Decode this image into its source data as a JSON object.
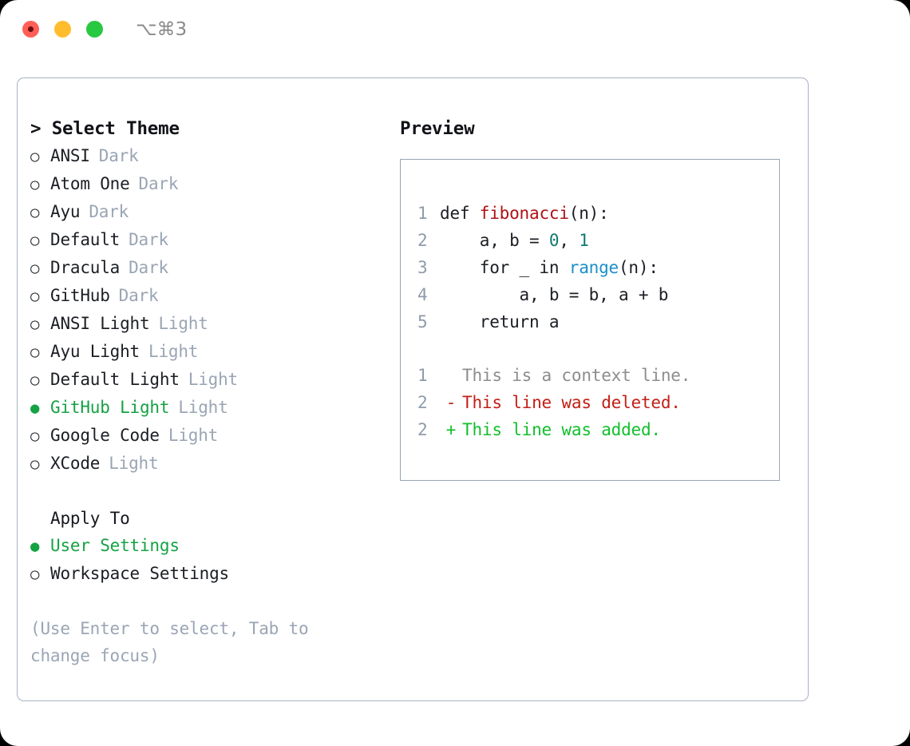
{
  "titlebar": {
    "shortcut": "⌥⌘3",
    "buttons": [
      {
        "name": "close",
        "color": "#ff5f57"
      },
      {
        "name": "minimize",
        "color": "#ffbd2e"
      },
      {
        "name": "maximize",
        "color": "#28c840"
      }
    ]
  },
  "theme_picker": {
    "header": "> Select Theme",
    "items": [
      {
        "label": "ANSI",
        "variant": "Dark",
        "bullet": "○",
        "selected": false
      },
      {
        "label": "Atom One",
        "variant": "Dark",
        "bullet": "○",
        "selected": false
      },
      {
        "label": "Ayu",
        "variant": "Dark",
        "bullet": "○",
        "selected": false
      },
      {
        "label": "Default",
        "variant": "Dark",
        "bullet": "○",
        "selected": false
      },
      {
        "label": "Dracula",
        "variant": "Dark",
        "bullet": "○",
        "selected": false
      },
      {
        "label": "GitHub",
        "variant": "Dark",
        "bullet": "○",
        "selected": false
      },
      {
        "label": "ANSI Light",
        "variant": "Light",
        "bullet": "○",
        "selected": false
      },
      {
        "label": "Ayu Light",
        "variant": "Light",
        "bullet": "○",
        "selected": false
      },
      {
        "label": "Default Light",
        "variant": "Light",
        "bullet": "○",
        "selected": false
      },
      {
        "label": "GitHub Light",
        "variant": "Light",
        "bullet": "●",
        "selected": true
      },
      {
        "label": "Google Code",
        "variant": "Light",
        "bullet": "○",
        "selected": false
      },
      {
        "label": "XCode",
        "variant": "Light",
        "bullet": "○",
        "selected": false
      }
    ]
  },
  "apply_to": {
    "header": "Apply To",
    "options": [
      {
        "label": "User Settings",
        "bullet": "●",
        "selected": true
      },
      {
        "label": "Workspace Settings",
        "bullet": "○",
        "selected": false
      }
    ]
  },
  "hint": "(Use Enter to select, Tab to change focus)",
  "preview": {
    "title": "Preview",
    "code_lines": [
      {
        "number": "1",
        "tokens": [
          {
            "text": "def ",
            "kind": "plain"
          },
          {
            "text": "fibonacci",
            "kind": "fn"
          },
          {
            "text": "(n):",
            "kind": "plain"
          }
        ]
      },
      {
        "number": "2",
        "tokens": [
          {
            "text": "    a, b = ",
            "kind": "plain"
          },
          {
            "text": "0",
            "kind": "num"
          },
          {
            "text": ", ",
            "kind": "plain"
          },
          {
            "text": "1",
            "kind": "num"
          }
        ]
      },
      {
        "number": "3",
        "tokens": [
          {
            "text": "    for _ in ",
            "kind": "plain"
          },
          {
            "text": "range",
            "kind": "call"
          },
          {
            "text": "(n):",
            "kind": "plain"
          }
        ]
      },
      {
        "number": "4",
        "tokens": [
          {
            "text": "        a, b = b, a + b",
            "kind": "plain"
          }
        ]
      },
      {
        "number": "5",
        "tokens": [
          {
            "text": "    return a",
            "kind": "plain"
          }
        ]
      }
    ],
    "diff_lines": [
      {
        "number": "1",
        "sign": " ",
        "text": "This is a context line.",
        "kind": "context"
      },
      {
        "number": "2",
        "sign": "-",
        "text": "This line was deleted.",
        "kind": "del"
      },
      {
        "number": "2",
        "sign": "+",
        "text": "This line was added.",
        "kind": "add"
      }
    ]
  },
  "colors": {
    "accent_green": "#15a244",
    "diff_add": "#12bf2c",
    "diff_del": "#c21f15",
    "muted": "#9aa5b4",
    "fn_red": "#b01116",
    "num_teal": "#0f7a72",
    "call_blue": "#1a8fc9",
    "border": "#a8b3c1"
  }
}
